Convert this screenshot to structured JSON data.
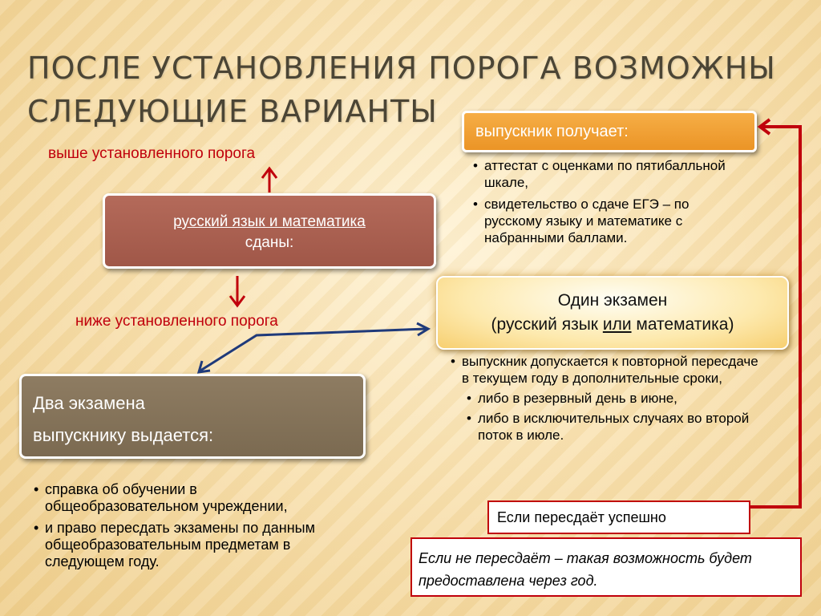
{
  "title": {
    "line1": "После установления порога возможны",
    "line2": "следующие варианты"
  },
  "labels": {
    "above_threshold": "выше установленного порога",
    "below_threshold": "ниже установленного порога"
  },
  "rus_math_box": {
    "line1": "русский язык  и математика",
    "line2": "сданы:"
  },
  "graduate_box": {
    "label": "выпускник получает:",
    "items": [
      "аттестат с оценками по пятибалльной шкале,",
      "свидетельство о сдаче ЕГЭ – по русскому языку и математике с набранными баллами."
    ]
  },
  "one_exam_box": {
    "line1": "Один экзамен",
    "line2_pre": "(русский язык ",
    "line2_or": "или",
    "line2_post": " математика)",
    "items": [
      "выпускник допускается к повторной пересдаче в текущем году в дополнительные сроки,",
      "либо в резервный день в июне,",
      "либо в исключительных случаях во второй поток в июле."
    ]
  },
  "two_exams_box": {
    "line1": "Два экзамена",
    "line2": "выпускнику выдается:",
    "items": [
      "справка об обучении в общеобразовательном учреждении,",
      "и право пересдать экзамены по данным общеобразовательным предметам в следующем году."
    ]
  },
  "retake_success": "Если пересдаёт успешно",
  "retake_fail": "Если не пересдаёт – такая возможность будет предоставлена через год.",
  "colors": {
    "red": "#c0000c",
    "blue_arrow": "#1f3a7a",
    "orange": "#f0a03a",
    "brown": "#a85f4f",
    "olive": "#857357"
  }
}
